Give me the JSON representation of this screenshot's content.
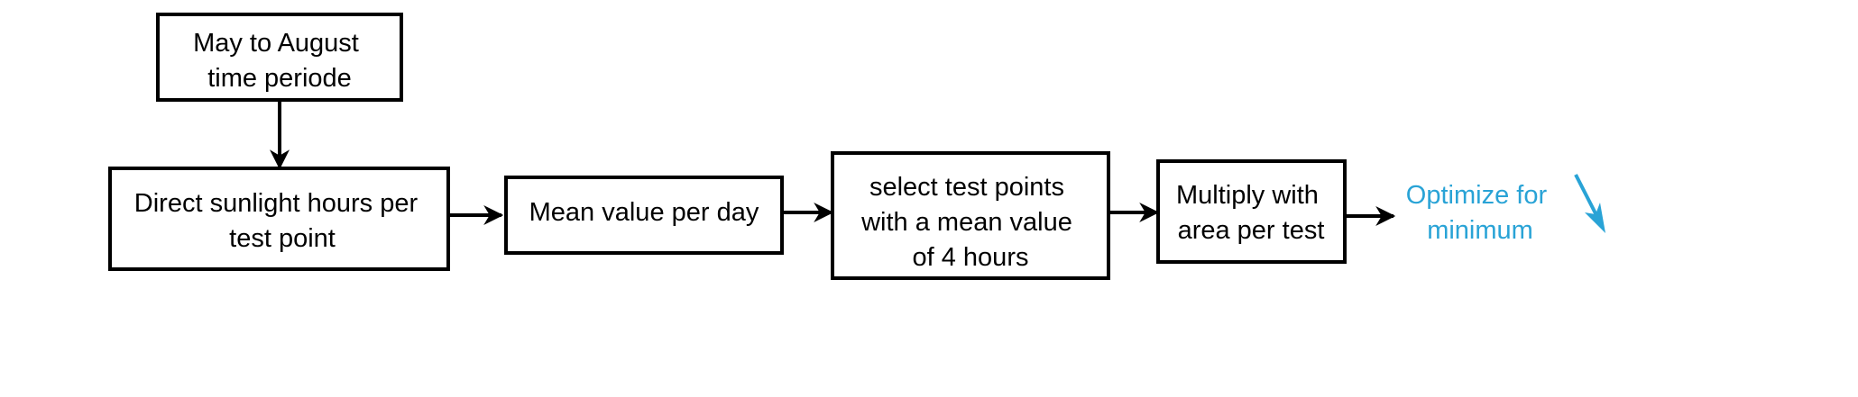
{
  "colors": {
    "line": "#000000",
    "accent": "#29a3d6"
  },
  "nodes": {
    "period": {
      "lines": [
        "May to August",
        "time periode"
      ]
    },
    "sunlight": {
      "lines": [
        "Direct sunlight hours per",
        "test point"
      ]
    },
    "mean": {
      "lines": [
        "Mean value per day"
      ]
    },
    "select": {
      "lines": [
        "select test points",
        "with a mean value",
        "of 4 hours"
      ]
    },
    "multiply": {
      "lines": [
        "Multiply with",
        "area per test"
      ]
    }
  },
  "note": {
    "lines": [
      "Optimize for",
      "minimum"
    ],
    "icon": "arrow-down-right-icon"
  },
  "edges": [
    {
      "from": "period",
      "to": "sunlight"
    },
    {
      "from": "sunlight",
      "to": "mean"
    },
    {
      "from": "mean",
      "to": "select"
    },
    {
      "from": "select",
      "to": "multiply"
    },
    {
      "from": "multiply",
      "to": "note"
    }
  ]
}
